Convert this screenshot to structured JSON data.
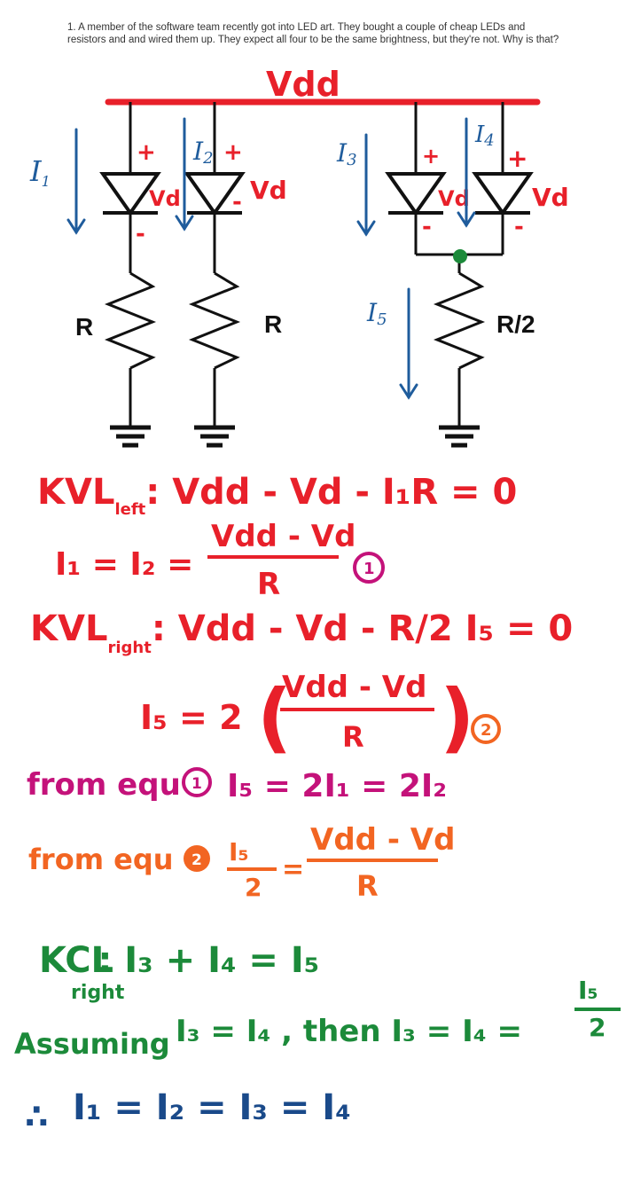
{
  "question": "1. A member of the software team recently got into LED art. They bought a couple of cheap LEDs and resistors and and wired them up. They expect all four to be the same brightness, but they're not. Why is that?",
  "circuit": {
    "supply_label": "Vdd",
    "plus_sign": "+",
    "minus_sign": "-",
    "diode_voltage": "Vd",
    "resistor_left_1": "R",
    "resistor_left_2": "R",
    "resistor_right": "R/2",
    "currents": {
      "i1": "I",
      "i1_sub": "1",
      "i2": "I",
      "i2_sub": "2",
      "i3": "I",
      "i3_sub": "3",
      "i4": "I",
      "i4_sub": "4",
      "i5": "I",
      "i5_sub": "5"
    }
  },
  "work": {
    "line1": {
      "main": "KVL",
      "sub": "left",
      "rest": ": Vdd - Vd - I₁R = 0"
    },
    "line2": {
      "lhs": "I₁ = I₂ =",
      "num": "Vdd - Vd",
      "den": "R",
      "tag": "1"
    },
    "line3": {
      "main": "KVL",
      "sub": "right",
      "rest": ": Vdd - Vd - R/2 I₅ = 0"
    },
    "line4": {
      "lhs": "I₅ = 2",
      "num": "Vdd - Vd",
      "den": "R",
      "tag": "2"
    },
    "line5": {
      "prefix": "from equ",
      "tag": "1",
      "rest": "I₅ = 2I₁ = 2I₂"
    },
    "line6": {
      "prefix": "from equ",
      "tag": "2",
      "num_left": "I₅",
      "den_left": "2",
      "num": "Vdd - Vd",
      "den": "R"
    },
    "line7": {
      "main": "KCL",
      "sub": "right",
      "rest": ": I₃ + I₄ = I₅"
    },
    "line8": {
      "prefix": "Assuming",
      "mid": "I₃ = I₄ , then I₃ = I₄ =",
      "num": "I₅",
      "den": "2"
    },
    "line9": {
      "therefore": "∴",
      "rest": "I₁ = I₂ = I₃ = I₄"
    }
  },
  "colors": {
    "red": "#e8202a",
    "blue": "#1f5c9c",
    "magenta": "#c4127a",
    "orange": "#f26522",
    "green": "#1c8a3a",
    "navy": "#1a4a8a",
    "wire": "#111111"
  }
}
